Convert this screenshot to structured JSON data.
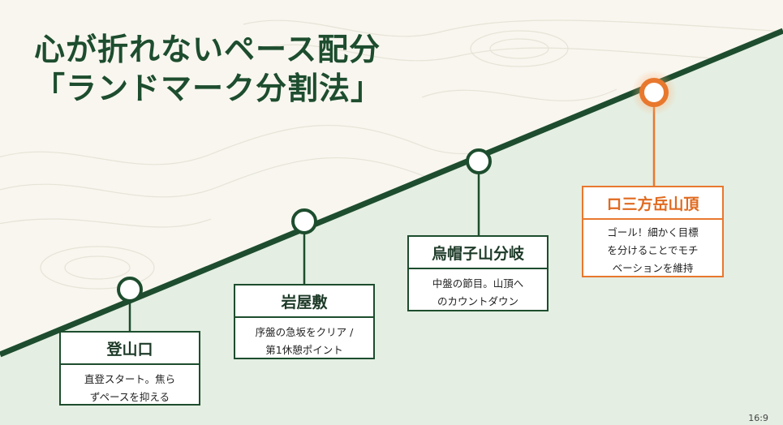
{
  "title": {
    "line1": "心が折れないペース配分",
    "line2": "「ランドマーク分割法」"
  },
  "landmarks": [
    {
      "name": "登山口",
      "desc_line1": "直登スタート。焦ら",
      "desc_line2": "ずペースを抑える"
    },
    {
      "name": "岩屋敷",
      "desc_line1": "序盤の急坂をクリア /",
      "desc_line2": "第1休憩ポイント"
    },
    {
      "name": "烏帽子山分岐",
      "desc_line1": "中盤の節目。山頂へ",
      "desc_line2": "のカウントダウン"
    },
    {
      "name": "ロ三方岳山頂",
      "desc_line1": "ゴール！細かく目標",
      "desc_line2": "を分けることでモチ",
      "desc_line3": "ベーションを維持"
    }
  ],
  "corner_text": "16:9",
  "colors": {
    "primary": "#1d4d2e",
    "accent": "#e8782e",
    "background": "#f8f6ef",
    "slope_fill": "#e4eee2"
  }
}
